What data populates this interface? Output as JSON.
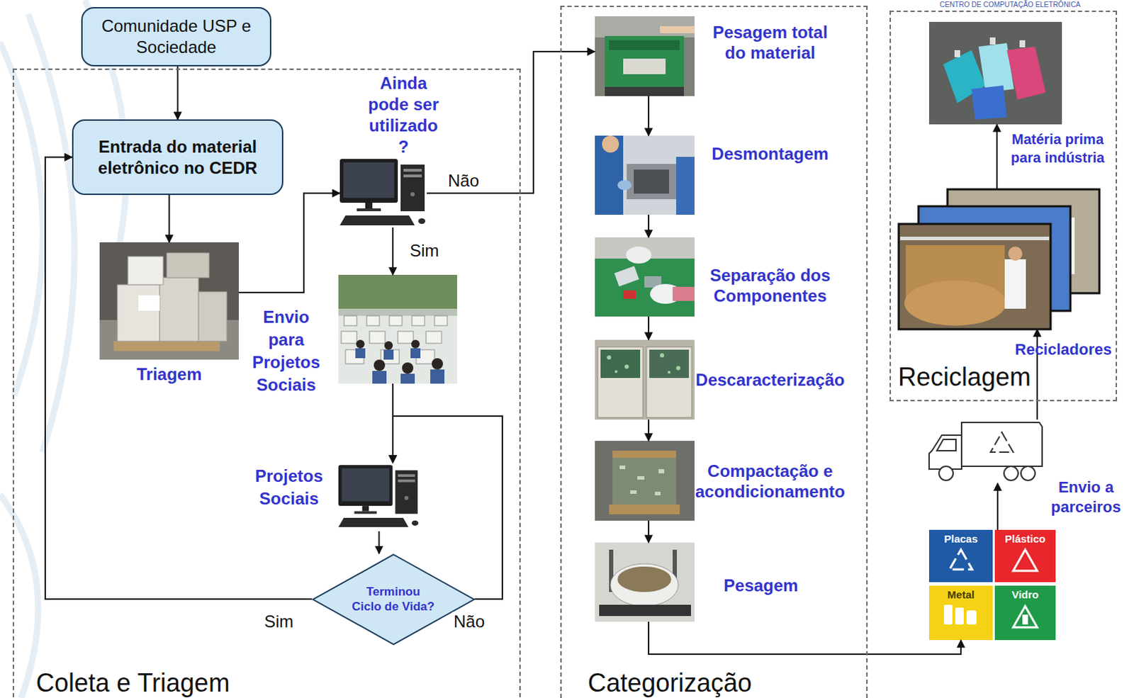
{
  "diagram": {
    "nodes": [
      {
        "text": [
          "Comunidade USP e Sociedade"
        ]
      },
      {
        "text": [
          "Coleta e Triagem"
        ]
      },
      {
        "text": [
          "Entrada do material eletrônico no CEDR"
        ],
        "in": 1
      },
      {
        "text": [
          "Triagem"
        ],
        "in": 1
      },
      {
        "text": [
          "Ainda pode ser utilizado ?"
        ],
        "in": 1
      },
      {
        "text": [
          "Envio para Projetos Sociais"
        ],
        "in": 1
      },
      {
        "text": [
          "Projetos Sociais"
        ],
        "in": 1
      },
      {
        "text": [
          "Terminou Ciclo de Vida?"
        ],
        "in": 1
      },
      {
        "text": [
          "Categorização"
        ]
      },
      {
        "text": [
          "Pesagem total do material"
        ],
        "in": 8
      },
      {
        "text": [
          "Desmontagem"
        ],
        "in": 8
      },
      {
        "text": [
          "Separação dos Componentes"
        ],
        "in": 8
      },
      {
        "text": [
          "Descaracterização"
        ],
        "in": 8
      },
      {
        "text": [
          "Compactação e acondicionamento"
        ],
        "in": 8
      },
      {
        "text": [
          "Pesagem"
        ],
        "in": 8
      },
      {
        "text": [
          "Reciclagem"
        ]
      },
      {
        "text": [
          "Matéria prima para indústria"
        ],
        "in": 15
      },
      {
        "text": [
          "Recicladores"
        ],
        "in": 15
      },
      {
        "text": [
          "Envio a parceiros"
        ]
      },
      {
        "text": [
          "Placas"
        ]
      },
      {
        "text": [
          "Plástico"
        ]
      },
      {
        "text": [
          "Metal"
        ]
      },
      {
        "text": [
          "Vidro"
        ]
      }
    ],
    "edges": [
      {
        "from": 0,
        "to": 2,
        "arrow": "to"
      },
      {
        "from": 2,
        "to": 3,
        "arrow": "to"
      },
      {
        "from": 3,
        "to": 4,
        "arrow": "to"
      },
      {
        "from": 4,
        "to": 9,
        "label": "Não",
        "arrow": "to"
      },
      {
        "from": 4,
        "to": 5,
        "label": "Sim",
        "arrow": "to"
      },
      {
        "from": 5,
        "to": 6,
        "arrow": "to"
      },
      {
        "from": 6,
        "to": 7,
        "arrow": "to"
      },
      {
        "from": 7,
        "to": 6,
        "label": "Não",
        "arrow": "to"
      },
      {
        "from": 7,
        "to": 2,
        "label": "Sim",
        "arrow": "to"
      },
      {
        "from": 9,
        "to": 10,
        "arrow": "to"
      },
      {
        "from": 10,
        "to": 11,
        "arrow": "to"
      },
      {
        "from": 11,
        "to": 12,
        "arrow": "to"
      },
      {
        "from": 12,
        "to": 13,
        "arrow": "to"
      },
      {
        "from": 13,
        "to": 14,
        "arrow": "to"
      },
      {
        "from": 14,
        "to": 21,
        "arrow": "to"
      },
      {
        "from": 20,
        "to": 18,
        "arrow": "to"
      },
      {
        "from": 18,
        "to": 17,
        "arrow": "to"
      },
      {
        "from": 17,
        "to": 16,
        "arrow": "to"
      }
    ],
    "labels": [
      "CENTRO DE COMPUTAÇÃO ELETRÔNICA"
    ]
  }
}
